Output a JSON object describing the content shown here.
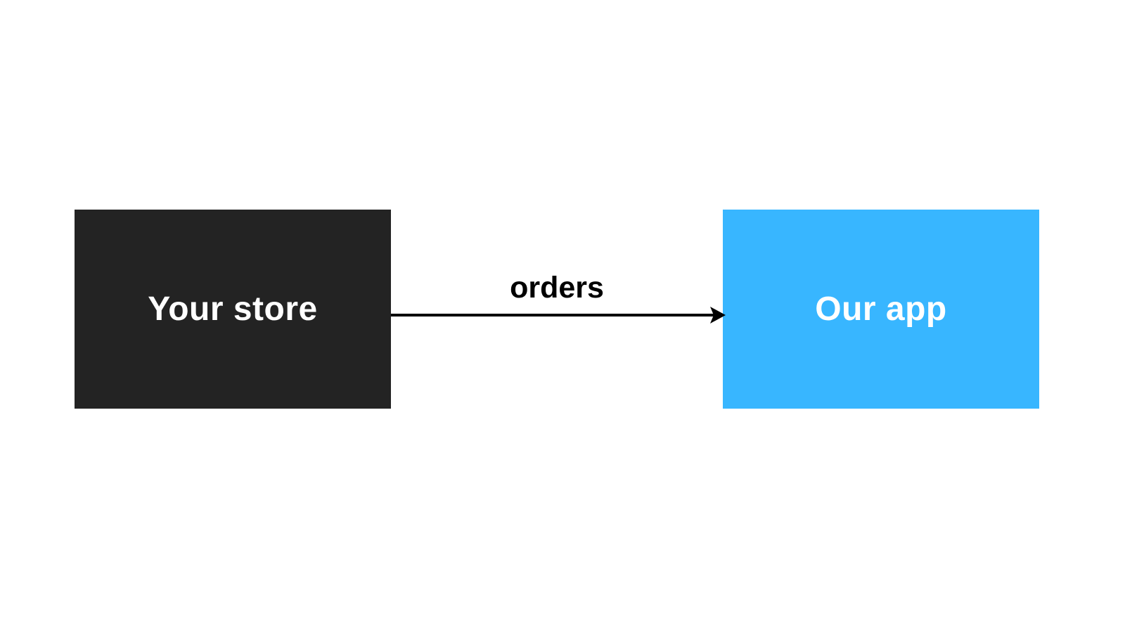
{
  "diagram": {
    "background_color": "#ffffff",
    "nodes": [
      {
        "id": "your-store",
        "label": "Your store",
        "fill_color": "#232323",
        "text_color": "#ffffff"
      },
      {
        "id": "our-app",
        "label": "Our app",
        "fill_color": "#38b6ff",
        "text_color": "#ffffff"
      }
    ],
    "edges": [
      {
        "from": "your-store",
        "to": "our-app",
        "label": "orders",
        "color": "#000000",
        "direction": "left-to-right"
      }
    ]
  }
}
